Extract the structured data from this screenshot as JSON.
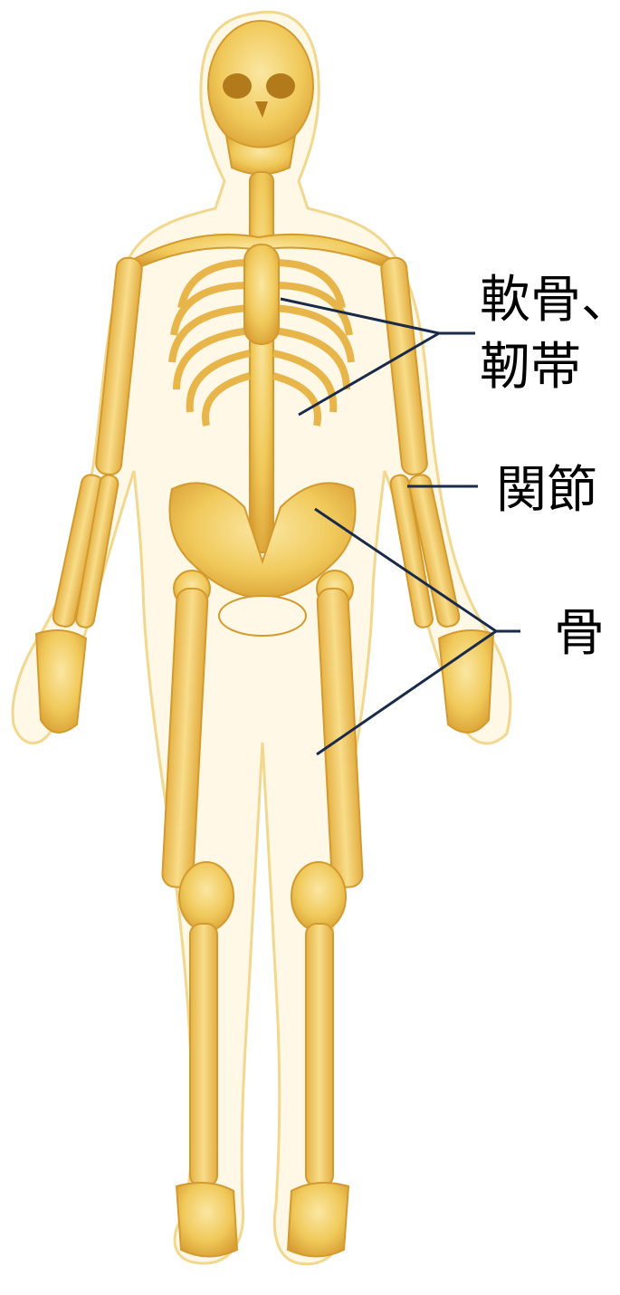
{
  "labels": {
    "cartilage_ligament_line1": "軟骨、",
    "cartilage_ligament_line2": "靭帯",
    "joint": "関節",
    "bone": "骨"
  },
  "colors": {
    "bone_fill": "#f2cf66",
    "bone_shade": "#d9a63a",
    "flesh_outline": "#f4d98c",
    "background": "#ffffff",
    "leader_line": "#1a2a4a"
  }
}
